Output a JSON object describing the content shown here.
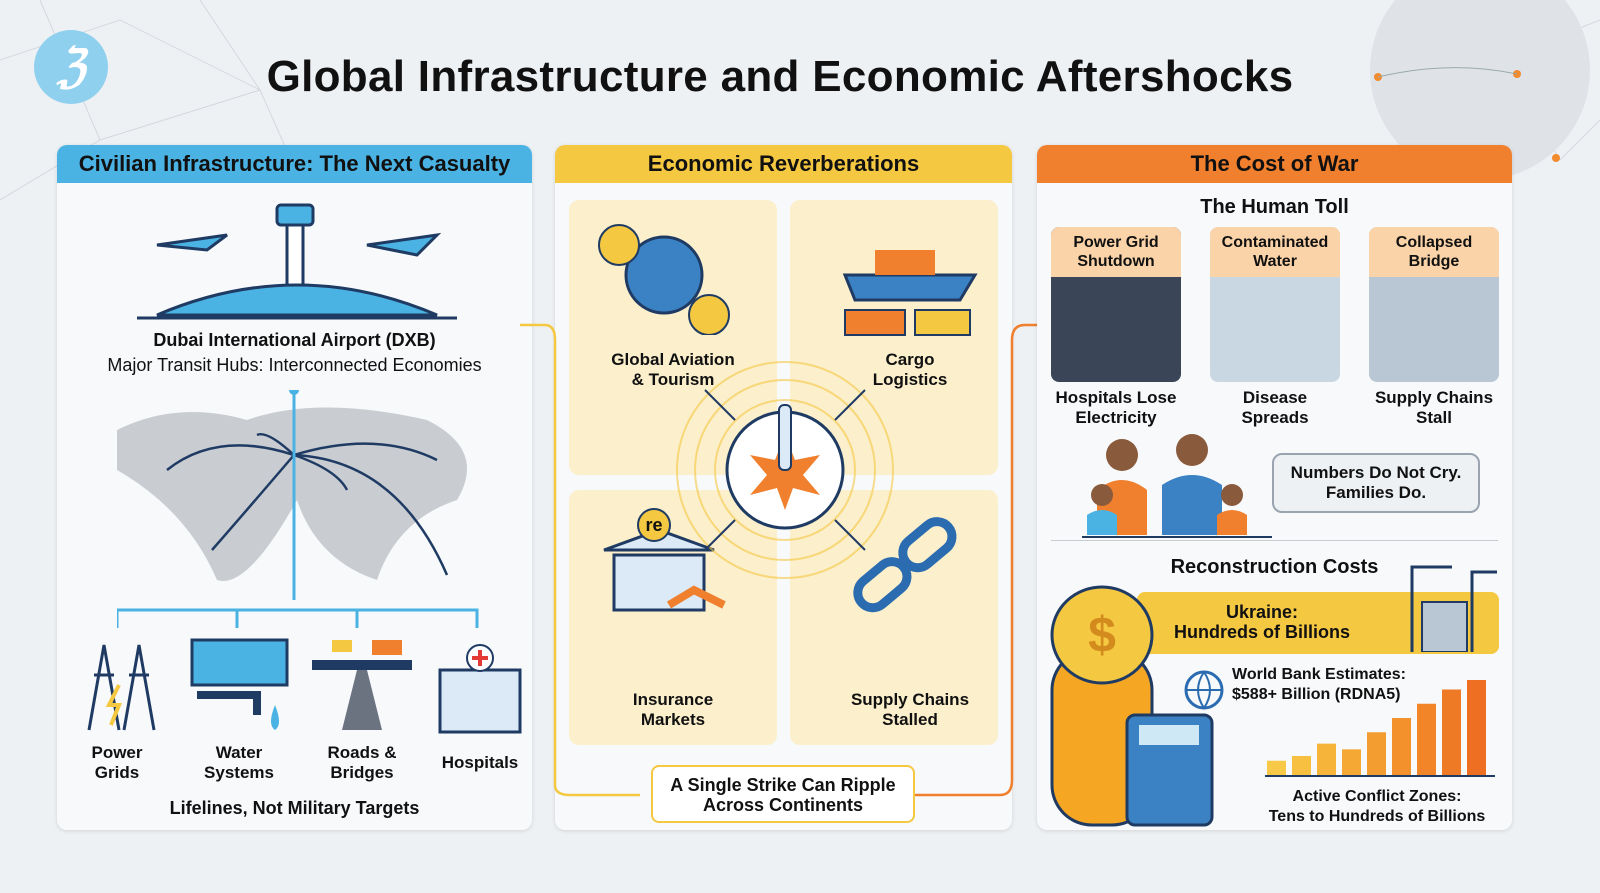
{
  "title": "Global Infrastructure and Economic Aftershocks",
  "logo_text": "ℨ",
  "colors": {
    "blue": "#4bb3e3",
    "yellow": "#f5c842",
    "orange": "#f07f2e",
    "navy": "#1f3b63"
  },
  "left": {
    "header": "Civilian Infrastructure: The Next Casualty",
    "airport_name": "Dubai International Airport (DXB)",
    "airport_sub": "Major Transit Hubs: Interconnected Economies",
    "items": [
      {
        "label": "Power\nGrids",
        "icon": "power-tower-icon"
      },
      {
        "label": "Water\nSystems",
        "icon": "dam-icon"
      },
      {
        "label": "Roads &\nBridges",
        "icon": "road-icon"
      },
      {
        "label": "Hospitals",
        "icon": "hospital-icon"
      }
    ],
    "footer": "Lifelines, Not Military Targets"
  },
  "middle": {
    "header": "Economic Reverberations",
    "cells": [
      {
        "label": "Global Aviation\n& Tourism"
      },
      {
        "label": "Cargo\nLogistics"
      },
      {
        "label": "Insurance\nMarkets"
      },
      {
        "label": "Supply Chains\nStalled"
      }
    ],
    "insurance_badge": "re",
    "footer": "A Single Strike Can Ripple\nAcross Continents"
  },
  "right": {
    "header": "The Cost of War",
    "human_toll": "The Human Toll",
    "tolls": [
      {
        "title": "Power Grid\nShutdown",
        "caption": "Hospitals Lose\nElectricity"
      },
      {
        "title": "Contaminated\nWater",
        "caption": "Disease\nSpreads"
      },
      {
        "title": "Collapsed\nBridge",
        "caption": "Supply Chains\nStall"
      }
    ],
    "quote": "Numbers Do Not Cry.\nFamilies Do.",
    "reconstruction": "Reconstruction Costs",
    "ukraine": "Ukraine:\nHundreds of Billions",
    "world_bank": "World Bank Estimates:\n$588+ Billion (RDNA5)",
    "conflict": "Active Conflict Zones:\nTens to Hundreds of Billions",
    "bars": [
      0.15,
      0.2,
      0.33,
      0.27,
      0.45,
      0.6,
      0.75,
      0.9,
      1.0
    ]
  }
}
